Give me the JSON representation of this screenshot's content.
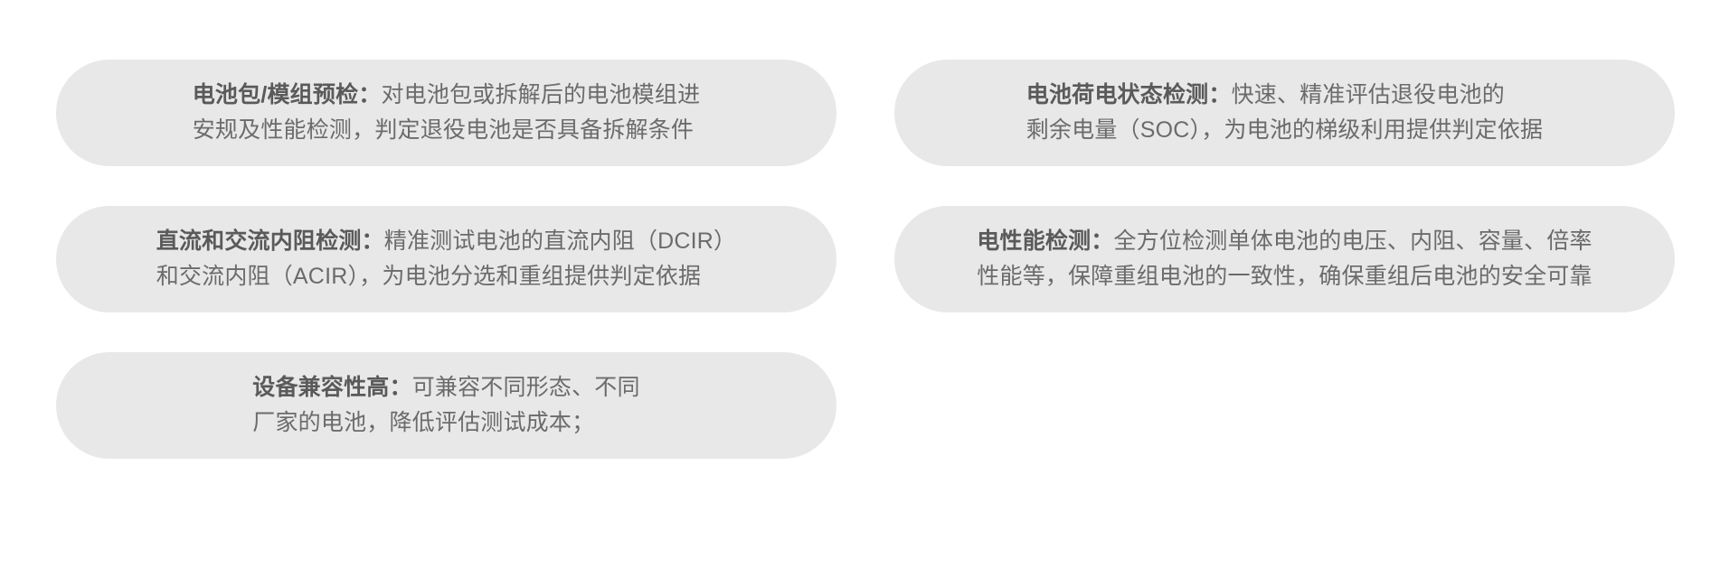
{
  "theme": {
    "page_background": "#ffffff",
    "card_background": "#e8e8e8",
    "body_text_color": "#6b6b6b",
    "lead_text_color": "#5a5a5a"
  },
  "cards": [
    {
      "id": "battery-pack-module-pre-inspection",
      "lead": "电池包/模组预检：",
      "line1_rest": "对电池包或拆解后的电池模组进",
      "line2": "安规及性能检测，判定退役电池是否具备拆解条件",
      "full_text": "电池包/模组预检：对电池包或拆解后的电池模组进安规及性能检测，判定退役电池是否具备拆解条件"
    },
    {
      "id": "battery-state-of-charge-detection",
      "lead": "电池荷电状态检测：",
      "line1_rest": "快速、精准评估退役电池的",
      "line2": "剩余电量（SOC），为电池的梯级利用提供判定依据",
      "full_text": "电池荷电状态检测：快速、精准评估退役电池的剩余电量（SOC），为电池的梯级利用提供判定依据"
    },
    {
      "id": "dc-ac-internal-resistance-detection",
      "lead": "直流和交流内阻检测：",
      "line1_rest": "精准测试电池的直流内阻（DCIR）",
      "line2": "和交流内阻（ACIR），为电池分选和重组提供判定依据",
      "full_text": "直流和交流内阻检测：精准测试电池的直流内阻（DCIR）和交流内阻（ACIR），为电池分选和重组提供判定依据"
    },
    {
      "id": "electrical-performance-detection",
      "lead": "电性能检测：",
      "line1_rest": "全方位检测单体电池的电压、内阻、容量、倍率",
      "line2": "性能等，保障重组电池的一致性，确保重组后电池的安全可靠",
      "full_text": "电性能检测：全方位检测单体电池的电压、内阻、容量、倍率性能等，保障重组电池的一致性，确保重组后电池的安全可靠"
    },
    {
      "id": "high-equipment-compatibility",
      "lead": "设备兼容性高：",
      "line1_rest": "可兼容不同形态、不同",
      "line2": "厂家的电池，降低评估测试成本；",
      "full_text": "设备兼容性高：可兼容不同形态、不同厂家的电池，降低评估测试成本；"
    }
  ]
}
